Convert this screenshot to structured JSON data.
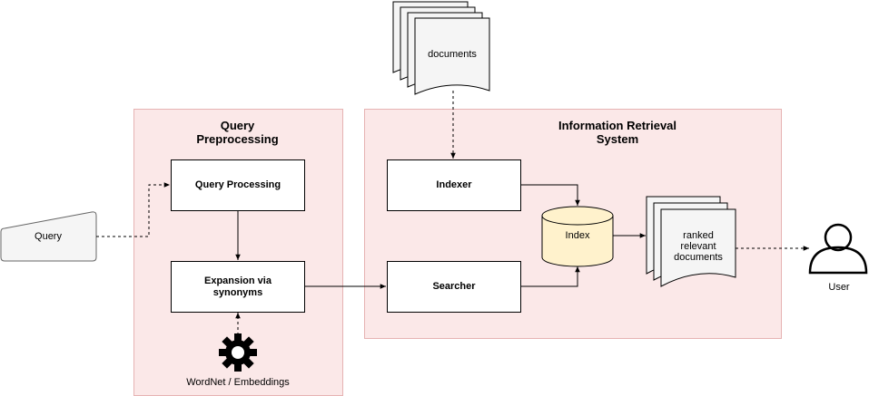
{
  "groups": {
    "query_preprocessing": {
      "title": "Query\nPreprocessing"
    },
    "ir_system": {
      "title": "Information Retrieval\nSystem"
    }
  },
  "nodes": {
    "query": "Query",
    "documents": "documents",
    "query_processing": "Query Processing",
    "expansion": "Expansion via\nsynonyms",
    "indexer": "Indexer",
    "searcher": "Searcher",
    "index": "Index",
    "ranked": "ranked\nrelevant\ndocuments",
    "wordnet": "WordNet / Embeddings",
    "user": "User"
  },
  "colors": {
    "group_fill": "#fbe8e8",
    "group_border": "#e6b3b3",
    "index_fill": "#fff2cc",
    "doc_fill": "#f5f5f5"
  },
  "icons": {
    "gear": "gear-icon",
    "user": "user-icon"
  }
}
